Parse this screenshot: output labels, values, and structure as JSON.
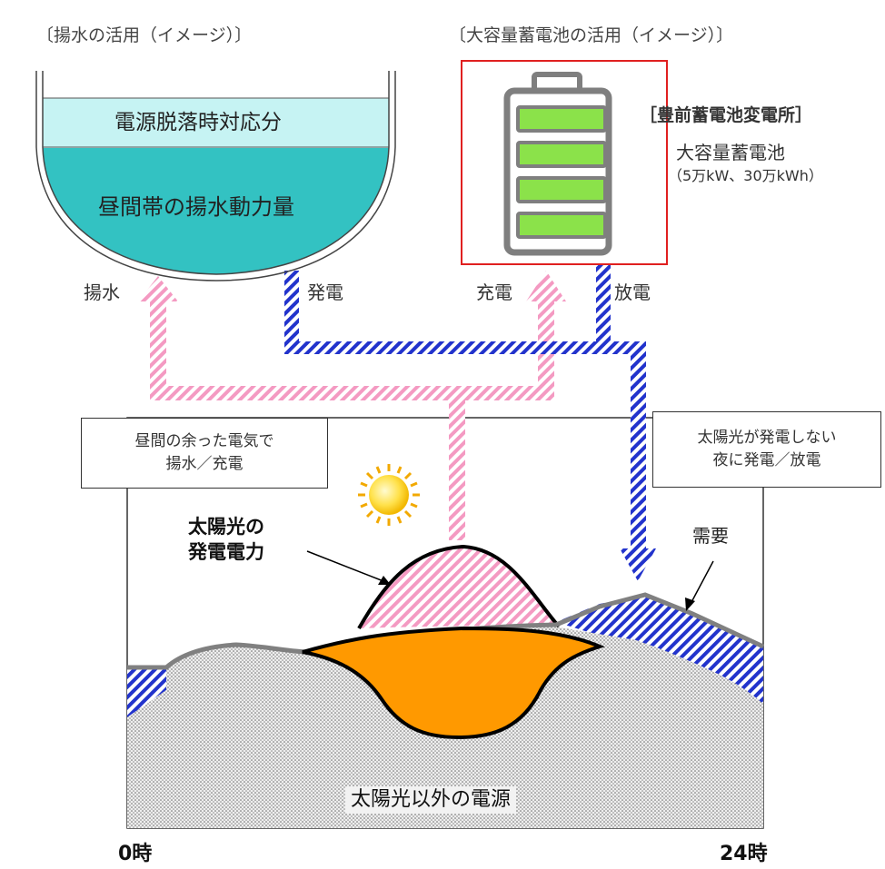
{
  "pumped_storage": {
    "title": "〔揚水の活用（イメージ）〕",
    "upper_layer": "電源脱落時対応分",
    "lower_layer": "昼間帯の揚水動力量",
    "pump_label": "揚水",
    "generate_label": "発電"
  },
  "battery": {
    "title": "〔大容量蓄電池の活用（イメージ）〕",
    "substation": "［豊前蓄電池変電所］",
    "name": "大容量蓄電池",
    "spec": "（5万kW、30万kWh）",
    "charge_label": "充電",
    "discharge_label": "放電"
  },
  "callouts": {
    "daytime": "昼間の余った電気で\n揚水／充電",
    "night": "太陽光が発電しない\n夜に発電／放電"
  },
  "graph": {
    "solar_label": "太陽光の\n発電電力",
    "demand_label": "需要",
    "other_sources_label": "太陽光以外の電源",
    "x_start": "0時",
    "x_end": "24時"
  },
  "colors": {
    "water_light": "#c6f3f3",
    "water_dark": "#33c2c2",
    "battery_cell": "#8be24a",
    "charge_arrow": "#f49ac2",
    "discharge_arrow": "#2233cc",
    "solar_orange": "#ff9900",
    "demand_line": "#808080"
  }
}
